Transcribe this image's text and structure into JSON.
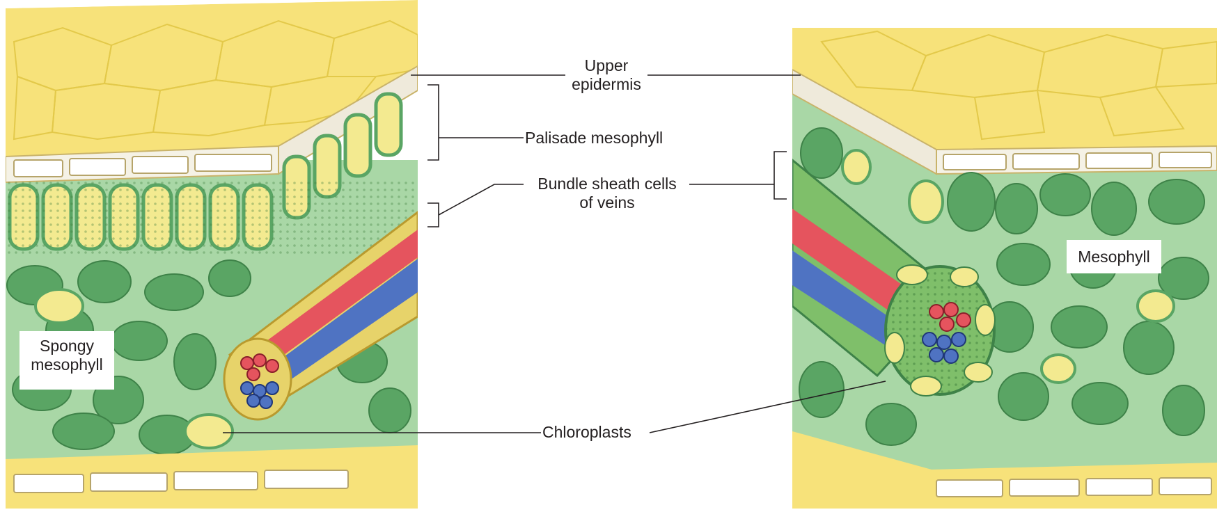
{
  "diagram": {
    "labels": {
      "upper_epidermis": [
        "Upper",
        "epidermis"
      ],
      "palisade_mesophyll": "Palisade mesophyll",
      "bundle_sheath": [
        "Bundle sheath cells",
        "of veins"
      ],
      "chloroplasts": "Chloroplasts",
      "spongy_mesophyll": [
        "Spongy",
        "mesophyll"
      ],
      "mesophyll": "Mesophyll"
    },
    "colors": {
      "epidermis": "#f7e27a",
      "epidermis_cell": "#e9d255",
      "mesophyll_bg": "#a9d7a6",
      "mesophyll_cell": "#5aa564",
      "sheath_cell": "#f3ea90",
      "xylem": "#e5545e",
      "phloem": "#4f73c2",
      "leader_line": "#231f20"
    }
  }
}
